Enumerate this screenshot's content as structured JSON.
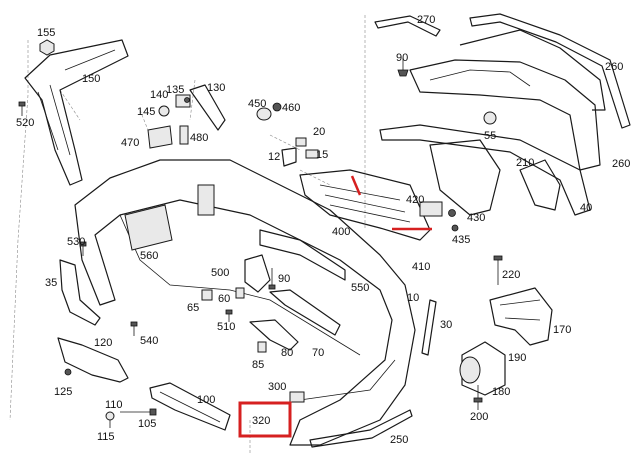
{
  "diagram": {
    "labels": {
      "l155": "155",
      "l150": "150",
      "l520": "520",
      "l140": "140",
      "l135": "135",
      "l130": "130",
      "l145": "145",
      "l450": "450",
      "l460": "460",
      "l470": "470",
      "l480": "480",
      "l20": "20",
      "l12": "12",
      "l15": "15",
      "l270": "270",
      "l90a": "90",
      "l260a": "260",
      "l260b": "260",
      "l55": "55",
      "l210": "210",
      "l420": "420",
      "l430": "430",
      "l435": "435",
      "l400": "400",
      "l410": "410",
      "l40": "40",
      "l530": "530",
      "l560": "560",
      "l35": "35",
      "l500": "500",
      "l90b": "90",
      "l65": "65",
      "l60": "60",
      "l550": "550",
      "l10": "10",
      "l220": "220",
      "l510": "510",
      "l80": "80",
      "l70": "70",
      "l30": "30",
      "l170": "170",
      "l540": "540",
      "l120": "120",
      "l85": "85",
      "l190": "190",
      "l125": "125",
      "l300": "300",
      "l100": "100",
      "l180": "180",
      "l110": "110",
      "l320": "320",
      "l105": "105",
      "l115": "115",
      "l200": "200",
      "l250": "250"
    },
    "highlight_color": "#d62020"
  }
}
